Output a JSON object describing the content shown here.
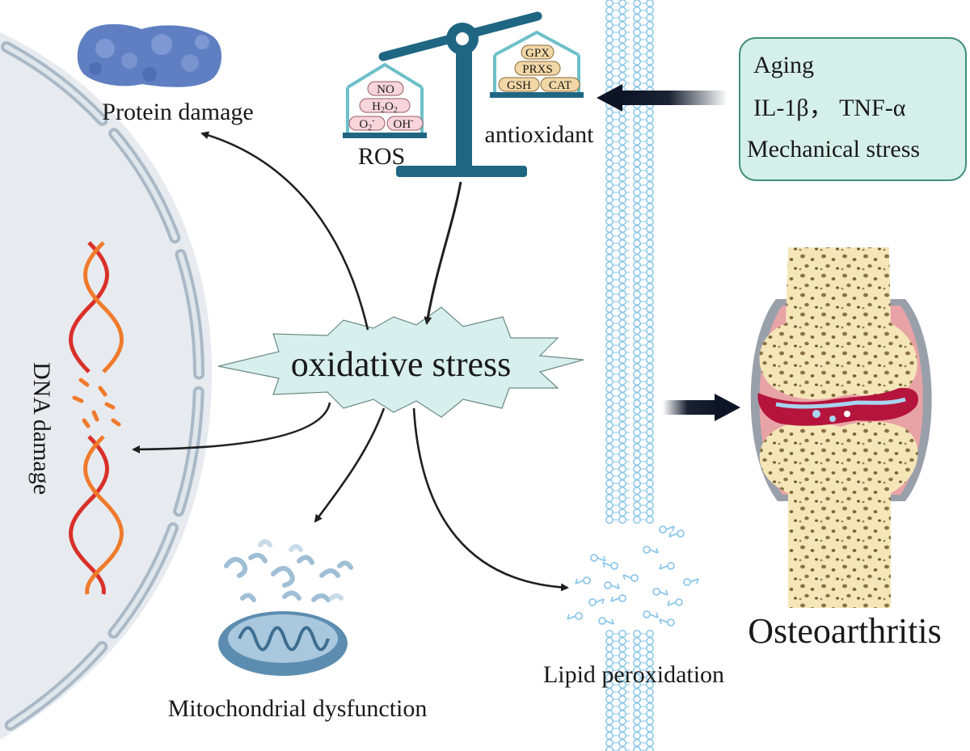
{
  "labels": {
    "protein_damage": "Protein damage",
    "dna_damage": "DNA damage",
    "ros": "ROS",
    "antioxidant": "antioxidant",
    "oxidative_stress": "oxidative stress",
    "mitochondrial_dysfunction": "Mitochondrial dysfunction",
    "lipid_peroxidation": "Lipid peroxidation",
    "osteoarthritis": "Osteoarthritis"
  },
  "ros_species": {
    "no": "NO",
    "h2o2_base": "H",
    "h2o2_sub1": "2",
    "h2o2_mid": "O",
    "h2o2_sub2": "2",
    "o2_base": "O",
    "o2_sub": "2",
    "o2_sup": "-",
    "oh_base": "OH",
    "oh_sup": "-"
  },
  "antioxidants": [
    "GPX",
    "PRXS",
    "GSH",
    "CAT"
  ],
  "risk_factors": [
    "Aging",
    "IL-1β， TNF-α",
    "Mechanical stress"
  ],
  "colors": {
    "arrow": "#1f1f1f",
    "scale": "#1f6683",
    "membrane": "#8fc9ea",
    "starburst_fill": "#d7efed",
    "risk_box_fill": "#d5efe9",
    "risk_box_stroke": "#3f8f7c",
    "bone": "#f5e6b8",
    "cartilage_red": "#b5143c",
    "ros_pill": "#f7d5da",
    "antiox_pill": "#f2d7a6",
    "dna_red": "#d9302a",
    "dna_orange": "#f07a2c",
    "mito": "#5c8db0"
  }
}
